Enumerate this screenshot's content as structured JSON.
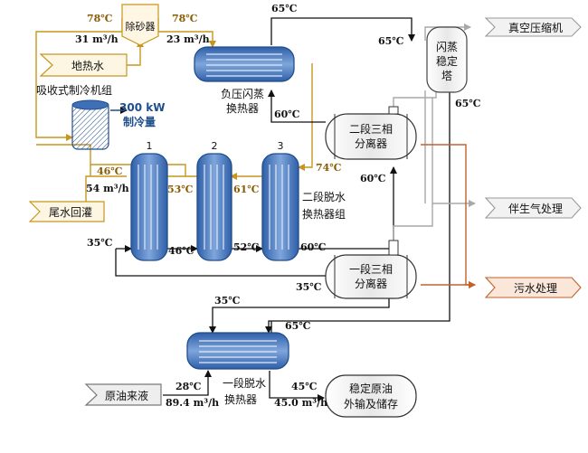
{
  "nodes": {
    "geothermal_water": "地热水",
    "desander": "除砂器",
    "absorption_chiller": "吸收式制冷机组",
    "cooling_capacity_value": "300 kW",
    "cooling_capacity_label": "制冷量",
    "tail_water_reinjection": "尾水回灌",
    "neg_pressure_flash_hx_line1": "负压闪蒸",
    "neg_pressure_flash_hx_line2": "换热器",
    "flash_tower_line1": "闪蒸",
    "flash_tower_line2": "稳定",
    "flash_tower_line3": "塔",
    "vacuum_compressor": "真空压缩机",
    "second_stage_separator_line1": "二段三相",
    "second_stage_separator_line2": "分离器",
    "first_stage_separator_line1": "一段三相",
    "first_stage_separator_line2": "分离器",
    "associated_gas_treatment": "伴生气处理",
    "sewage_treatment": "污水处理",
    "crude_feed": "原油来液",
    "first_stage_dehydration_hx_line1": "一段脱水",
    "first_stage_dehydration_hx_line2": "换热器",
    "second_stage_dehydration_hx_group_line1": "二段脱水",
    "second_stage_dehydration_hx_group_line2": "换热器组",
    "stable_crude_line1": "稳定原油",
    "stable_crude_line2": "外输及储存",
    "hx_1": "1",
    "hx_2": "2",
    "hx_3": "3"
  },
  "annotations": {
    "geo_in_temp": "78℃",
    "geo_in_flow": "31 m³/h",
    "geo_out_temp": "78℃",
    "geo_out_flow": "23 m³/h",
    "tail_temp": "46℃",
    "tail_flow": "54 m³/h",
    "hx1_hot_out": "53℃",
    "hx2_hot_out": "61℃",
    "hx3_hot_in": "74℃",
    "flash_top_65_a": "65℃",
    "flash_top_65_b": "65℃",
    "flash_bottom_65": "65℃",
    "flash_hx_60": "60℃",
    "sep2_60": "60℃",
    "crude_35": "35℃",
    "hx1_46": "46℃",
    "hx2_52": "52℃",
    "hx3_60": "60℃",
    "sep1_35": "35℃",
    "sep1_35_b": "35℃",
    "hx_first_65": "65℃",
    "crude_in_temp": "28℃",
    "crude_in_flow": "89.4 m³/h",
    "stable_temp": "45℃",
    "stable_flow": "45.0 m³/h"
  },
  "colors": {
    "hot_water": "#c8961e",
    "oil": "#111111",
    "gas": "#a8a8a8",
    "sewage": "#c0622b",
    "hx_fill": "#3f6fb6",
    "hx_light": "#dfe9f7"
  }
}
